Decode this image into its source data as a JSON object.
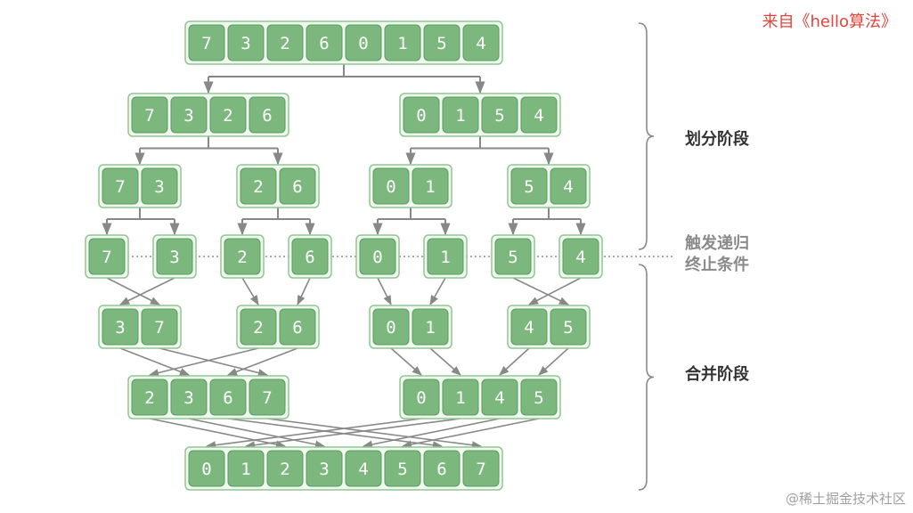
{
  "source_label": "来自《hello算法》",
  "watermark": "@稀土掘金技术社区",
  "stages": {
    "divide": "划分阶段",
    "base_case_line1": "触发递归",
    "base_case_line2": "终止条件",
    "merge": "合并阶段"
  },
  "colors": {
    "cell_fill": "#7cb87e",
    "cell_border": "#5a9d5d",
    "group_fill": "#f0f8f0",
    "group_border": "#8fc791",
    "arrow": "#888888",
    "text": "#ffffff"
  },
  "levels": [
    {
      "stage": "divide",
      "groups": [
        [
          7,
          3,
          2,
          6,
          0,
          1,
          5,
          4
        ]
      ]
    },
    {
      "stage": "divide",
      "groups": [
        [
          7,
          3,
          2,
          6
        ],
        [
          0,
          1,
          5,
          4
        ]
      ]
    },
    {
      "stage": "divide",
      "groups": [
        [
          7,
          3
        ],
        [
          2,
          6
        ],
        [
          0,
          1
        ],
        [
          5,
          4
        ]
      ]
    },
    {
      "stage": "base",
      "groups": [
        [
          7
        ],
        [
          3
        ],
        [
          2
        ],
        [
          6
        ],
        [
          0
        ],
        [
          1
        ],
        [
          5
        ],
        [
          4
        ]
      ]
    },
    {
      "stage": "merge",
      "groups": [
        [
          3,
          7
        ],
        [
          2,
          6
        ],
        [
          0,
          1
        ],
        [
          4,
          5
        ]
      ]
    },
    {
      "stage": "merge",
      "groups": [
        [
          2,
          3,
          6,
          7
        ],
        [
          0,
          1,
          4,
          5
        ]
      ]
    },
    {
      "stage": "merge",
      "groups": [
        [
          0,
          1,
          2,
          3,
          4,
          5,
          6,
          7
        ]
      ]
    }
  ]
}
